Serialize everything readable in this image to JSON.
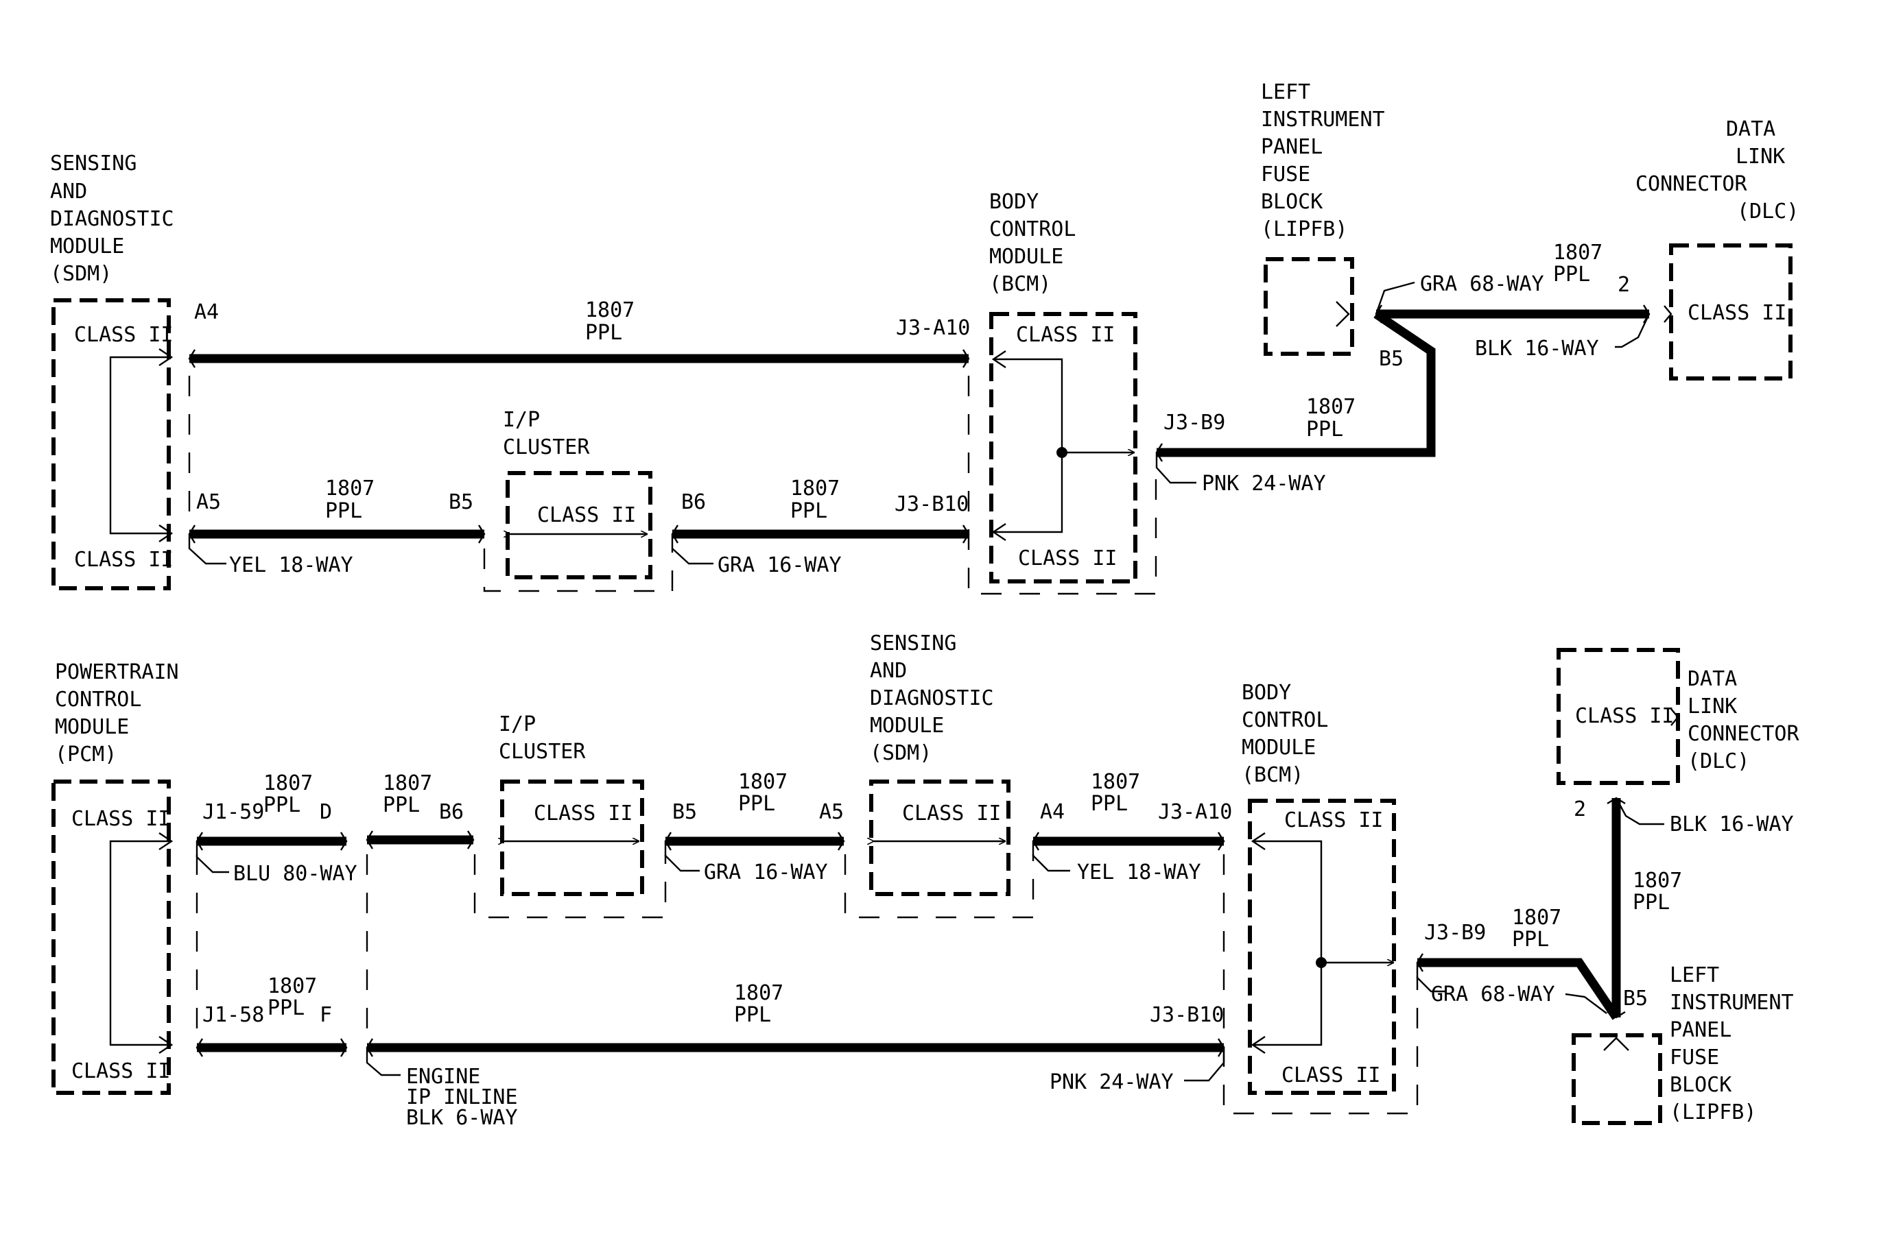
{
  "top": {
    "sdm": {
      "lines": [
        "SENSING",
        "AND",
        "DIAGNOSTIC",
        "MODULE",
        "(SDM)"
      ],
      "class_upper": "CLASS II",
      "class_lower": "CLASS II"
    },
    "ip_cluster": {
      "lines": [
        "I/P",
        "CLUSTER"
      ],
      "class": "CLASS II"
    },
    "bcm": {
      "lines": [
        "BODY",
        "CONTROL",
        "MODULE",
        "(BCM)"
      ],
      "class_upper": "CLASS II",
      "class_lower": "CLASS II"
    },
    "lipfb": {
      "lines": [
        "LEFT",
        "INSTRUMENT",
        "PANEL",
        "FUSE",
        "BLOCK",
        "(LIPFB)"
      ]
    },
    "dlc": {
      "lines": [
        "DATA",
        "LINK",
        "CONNECTOR",
        "(DLC)"
      ],
      "class": "CLASS II"
    },
    "pins": {
      "a4": "A4",
      "a5": "A5",
      "b5": "B5",
      "b6": "B6",
      "j3_a10": "J3-A10",
      "j3_b10": "J3-B10",
      "j3_b9": "J3-B9",
      "lipfb_b5": "B5",
      "dlc_2": "2"
    },
    "circuits": {
      "sdm_bcm": {
        "number": "1807",
        "color": "PPL"
      },
      "sdm_ip": {
        "number": "1807",
        "color": "PPL"
      },
      "ip_bcm": {
        "number": "1807",
        "color": "PPL"
      },
      "bcm_lipfb": {
        "number": "1807",
        "color": "PPL"
      },
      "lipfb_dlc": {
        "number": "1807",
        "color": "PPL"
      }
    },
    "connectors": {
      "yel18": "YEL 18-WAY",
      "gra16": "GRA 16-WAY",
      "pnk24": "PNK 24-WAY",
      "gra68": "GRA 68-WAY",
      "blk16": "BLK 16-WAY"
    }
  },
  "bottom": {
    "pcm": {
      "lines": [
        "POWERTRAIN",
        "CONTROL",
        "MODULE",
        "(PCM)"
      ],
      "class_upper": "CLASS II",
      "class_lower": "CLASS II"
    },
    "ip_cluster": {
      "lines": [
        "I/P",
        "CLUSTER"
      ],
      "class": "CLASS II"
    },
    "sdm": {
      "lines": [
        "SENSING",
        "AND",
        "DIAGNOSTIC",
        "MODULE",
        "(SDM)"
      ],
      "class": "CLASS II"
    },
    "bcm": {
      "lines": [
        "BODY",
        "CONTROL",
        "MODULE",
        "(BCM)"
      ],
      "class_upper": "CLASS II",
      "class_lower": "CLASS II"
    },
    "dlc": {
      "lines": [
        "DATA",
        "LINK",
        "CONNECTOR",
        "(DLC)"
      ],
      "class": "CLASS II"
    },
    "lipfb": {
      "lines": [
        "LEFT",
        "INSTRUMENT",
        "PANEL",
        "FUSE",
        "BLOCK",
        "(LIPFB)"
      ]
    },
    "pins": {
      "j1_59": "J1-59",
      "d": "D",
      "b6": "B6",
      "b5": "B5",
      "a5": "A5",
      "a4": "A4",
      "j3_a10": "J3-A10",
      "j1_58": "J1-58",
      "f": "F",
      "j3_b10": "J3-B10",
      "j3_b9": "J3-B9",
      "lipfb_b5": "B5",
      "dlc_2": "2"
    },
    "circuits": {
      "pcm_inline_upper": {
        "number": "1807",
        "color": "PPL"
      },
      "inline_ip": {
        "number": "1807",
        "color": "PPL"
      },
      "ip_sdm": {
        "number": "1807",
        "color": "PPL"
      },
      "sdm_bcm": {
        "number": "1807",
        "color": "PPL"
      },
      "pcm_inline_lower": {
        "number": "1807",
        "color": "PPL"
      },
      "inline_bcm": {
        "number": "1807",
        "color": "PPL"
      },
      "bcm_lipfb": {
        "number": "1807",
        "color": "PPL"
      },
      "lipfb_dlc": {
        "number": "1807",
        "color": "PPL"
      }
    },
    "connectors": {
      "blu80": "BLU 80-WAY",
      "gra16": "GRA 16-WAY",
      "yel18": "YEL 18-WAY",
      "inline": [
        "ENGINE",
        "IP INLINE",
        "BLK 6-WAY"
      ],
      "pnk24": "PNK 24-WAY",
      "gra68": "GRA 68-WAY",
      "blk16": "BLK 16-WAY"
    }
  }
}
